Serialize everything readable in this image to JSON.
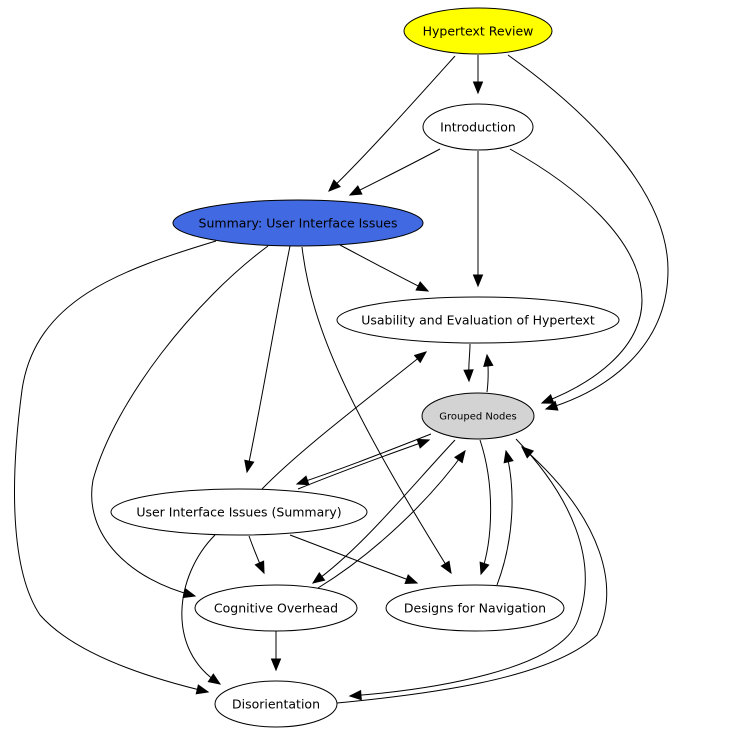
{
  "diagram": {
    "nodes": [
      {
        "id": "hypertext-review",
        "label": "Hypertext Review",
        "fill": "#ffff00"
      },
      {
        "id": "introduction",
        "label": "Introduction",
        "fill": "#ffffff"
      },
      {
        "id": "summary-ui-issues",
        "label": "Summary: User Interface Issues",
        "fill": "#4169e1"
      },
      {
        "id": "usability-evaluation",
        "label": "Usability and Evaluation of Hypertext",
        "fill": "#ffffff"
      },
      {
        "id": "grouped-nodes",
        "label": "Grouped Nodes",
        "fill": "#d3d3d3"
      },
      {
        "id": "ui-issues-summary",
        "label": "User Interface Issues (Summary)",
        "fill": "#ffffff"
      },
      {
        "id": "cognitive-overhead",
        "label": "Cognitive Overhead",
        "fill": "#ffffff"
      },
      {
        "id": "designs-navigation",
        "label": "Designs for Navigation",
        "fill": "#ffffff"
      },
      {
        "id": "disorientation",
        "label": "Disorientation",
        "fill": "#ffffff"
      }
    ],
    "edges": [
      {
        "from": "hypertext-review",
        "to": "introduction"
      },
      {
        "from": "hypertext-review",
        "to": "summary-ui-issues"
      },
      {
        "from": "hypertext-review",
        "to": "grouped-nodes"
      },
      {
        "from": "introduction",
        "to": "summary-ui-issues"
      },
      {
        "from": "introduction",
        "to": "usability-evaluation"
      },
      {
        "from": "introduction",
        "to": "grouped-nodes"
      },
      {
        "from": "summary-ui-issues",
        "to": "usability-evaluation"
      },
      {
        "from": "summary-ui-issues",
        "to": "ui-issues-summary"
      },
      {
        "from": "summary-ui-issues",
        "to": "cognitive-overhead"
      },
      {
        "from": "summary-ui-issues",
        "to": "designs-navigation"
      },
      {
        "from": "summary-ui-issues",
        "to": "disorientation"
      },
      {
        "from": "usability-evaluation",
        "to": "grouped-nodes"
      },
      {
        "from": "grouped-nodes",
        "to": "usability-evaluation"
      },
      {
        "from": "ui-issues-summary",
        "to": "usability-evaluation"
      },
      {
        "from": "grouped-nodes",
        "to": "ui-issues-summary"
      },
      {
        "from": "ui-issues-summary",
        "to": "grouped-nodes"
      },
      {
        "from": "ui-issues-summary",
        "to": "cognitive-overhead"
      },
      {
        "from": "ui-issues-summary",
        "to": "designs-navigation"
      },
      {
        "from": "ui-issues-summary",
        "to": "disorientation"
      },
      {
        "from": "grouped-nodes",
        "to": "cognitive-overhead"
      },
      {
        "from": "cognitive-overhead",
        "to": "grouped-nodes"
      },
      {
        "from": "grouped-nodes",
        "to": "designs-navigation"
      },
      {
        "from": "designs-navigation",
        "to": "grouped-nodes"
      },
      {
        "from": "cognitive-overhead",
        "to": "disorientation"
      },
      {
        "from": "grouped-nodes",
        "to": "disorientation"
      },
      {
        "from": "disorientation",
        "to": "grouped-nodes"
      }
    ]
  }
}
